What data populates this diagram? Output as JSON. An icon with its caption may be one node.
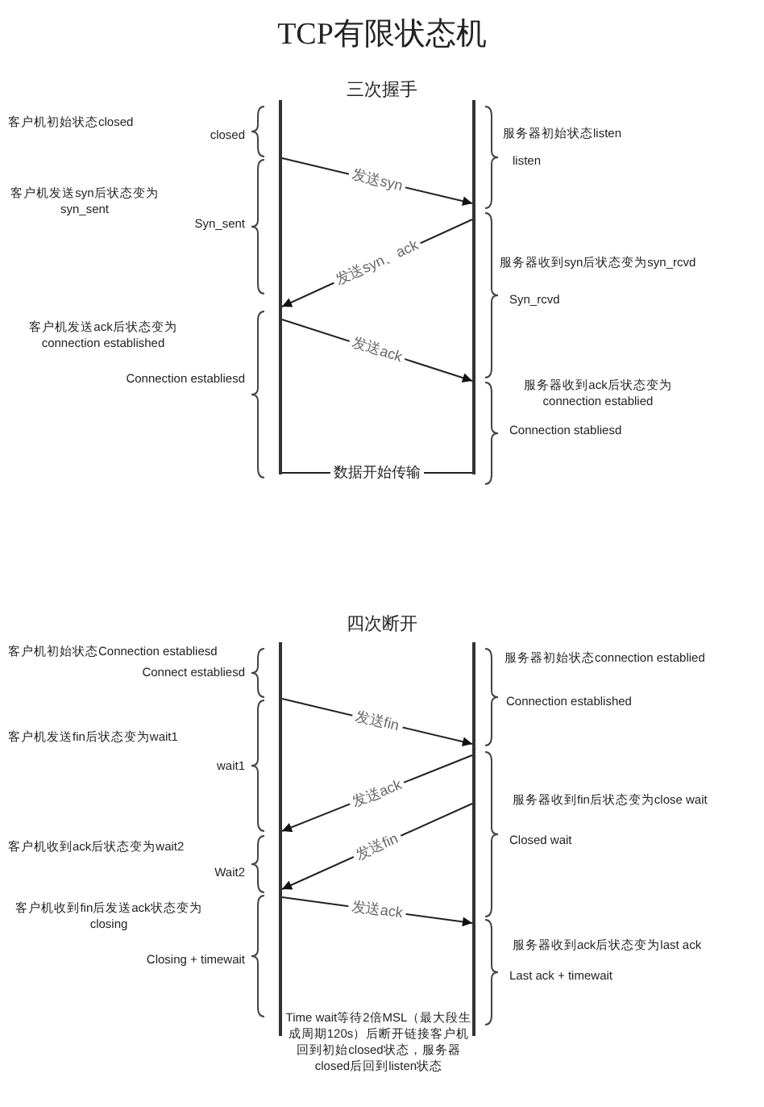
{
  "diagram": {
    "title": "TCP有限状态机",
    "nodes": [
      {
        "text": [],
        "shape": "bar"
      },
      {
        "text": [],
        "shape": "bar"
      },
      {
        "text": [],
        "shape": "bar"
      },
      {
        "text": [],
        "shape": "bar"
      }
    ],
    "edges": [
      {
        "from": 0,
        "to": 1,
        "arrow": "to",
        "label": "发送syn"
      },
      {
        "from": 1,
        "to": 0,
        "arrow": "to",
        "label": "发送syn、ack"
      },
      {
        "from": 0,
        "to": 1,
        "arrow": "to",
        "label": "发送ack"
      },
      {
        "from": 0,
        "to": 1,
        "arrow": "none",
        "label": "数据开始传输"
      },
      {
        "from": 2,
        "to": 3,
        "arrow": "to",
        "label": "发送fin"
      },
      {
        "from": 3,
        "to": 2,
        "arrow": "to",
        "label": "发送ack"
      },
      {
        "from": 3,
        "to": 2,
        "arrow": "to",
        "label": "发送fin"
      },
      {
        "from": 2,
        "to": 3,
        "arrow": "to",
        "label": "发送ack"
      }
    ],
    "labels": [
      "三次握手",
      "客户机初始状态closed",
      "closed",
      "服务器初始状态listen",
      "listen",
      "客户机发送syn后状态变为syn_sent",
      "Syn_sent",
      "服务器收到syn后状态变为syn_rcvd",
      "Syn_rcvd",
      "客户机发送ack后状态变为connection established",
      "Connection establiesd",
      "服务器收到ack后状态变为connection establied",
      "Connection stabliesd",
      "四次断开",
      "客户机初始状态Connection establiesd",
      "Connect establiesd",
      "服务器初始状态connection establied",
      "Connection established",
      "客户机发送fin后状态变为wait1",
      "wait1",
      "服务器收到fin后状态变为close wait",
      "Closed wait",
      "客户机收到ack后状态变为wait2",
      "Wait2",
      "客户机收到fin后发送ack状态变为closing",
      "Closing + timewait",
      "服务器收到ack后状态变为last ack",
      "Last ack + timewait",
      "Time wait等待2倍MSL（最大段生成周期120s）后断开链接客户机回到初始closed状态，服务器closed后回到listen状态"
    ]
  }
}
